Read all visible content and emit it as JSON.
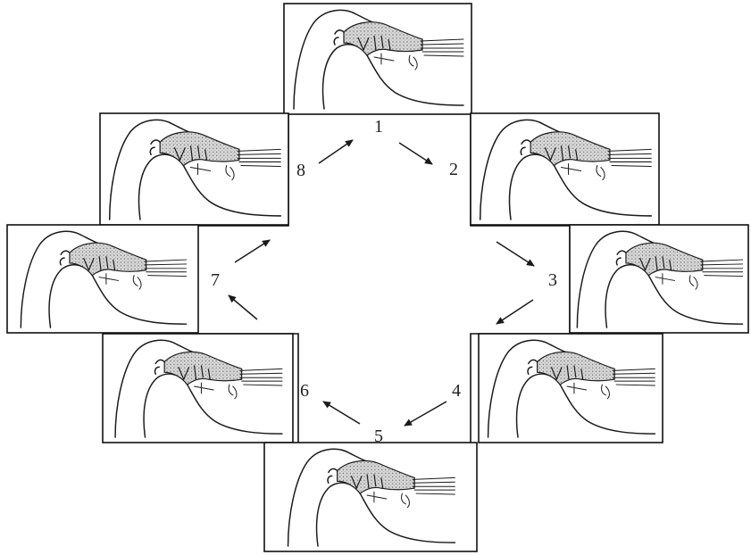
{
  "diagram": {
    "stages": [
      {
        "label": "1"
      },
      {
        "label": "2"
      },
      {
        "label": "3"
      },
      {
        "label": "4"
      },
      {
        "label": "5"
      },
      {
        "label": "6"
      },
      {
        "label": "7"
      },
      {
        "label": "8"
      }
    ],
    "colors": {
      "ink": "#1a1a1a",
      "paper": "#ffffff",
      "stipple": "#bdbdbd"
    }
  }
}
